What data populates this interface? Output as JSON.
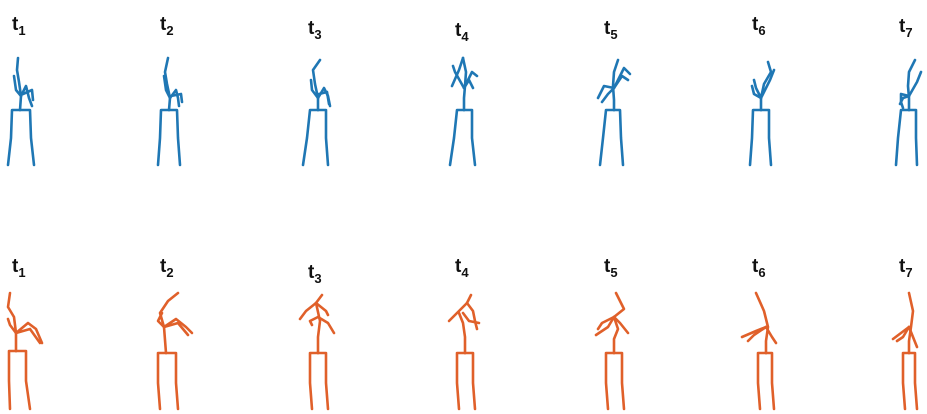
{
  "colors": {
    "top_row": "#1f77b4",
    "bottom_row": "#e0602a",
    "label": "#111111"
  },
  "rows": [
    {
      "name": "top",
      "color_key": "top_row",
      "frames": [
        {
          "label": "t",
          "sub": "1"
        },
        {
          "label": "t",
          "sub": "2"
        },
        {
          "label": "t",
          "sub": "3"
        },
        {
          "label": "t",
          "sub": "4"
        },
        {
          "label": "t",
          "sub": "5"
        },
        {
          "label": "t",
          "sub": "6"
        },
        {
          "label": "t",
          "sub": "7"
        }
      ]
    },
    {
      "name": "bottom",
      "color_key": "bottom_row",
      "frames": [
        {
          "label": "t",
          "sub": "1"
        },
        {
          "label": "t",
          "sub": "2"
        },
        {
          "label": "t",
          "sub": "3"
        },
        {
          "label": "t",
          "sub": "4"
        },
        {
          "label": "t",
          "sub": "5"
        },
        {
          "label": "t",
          "sub": "6"
        },
        {
          "label": "t",
          "sub": "7"
        }
      ]
    }
  ]
}
